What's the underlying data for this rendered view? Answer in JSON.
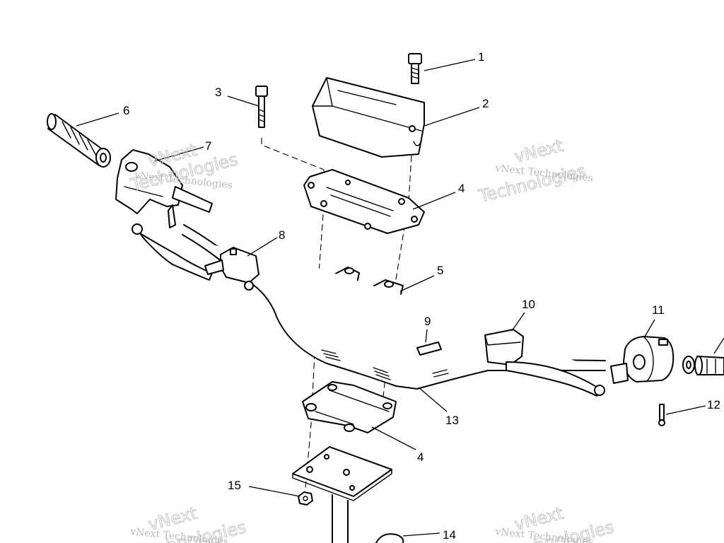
{
  "callouts": [
    {
      "id": "c1",
      "label": "1"
    },
    {
      "id": "c2",
      "label": "2"
    },
    {
      "id": "c3",
      "label": "3"
    },
    {
      "id": "c4a",
      "label": "4"
    },
    {
      "id": "c5",
      "label": "5"
    },
    {
      "id": "c6",
      "label": "6"
    },
    {
      "id": "c7",
      "label": "7"
    },
    {
      "id": "c8",
      "label": "8"
    },
    {
      "id": "c9",
      "label": "9"
    },
    {
      "id": "c10",
      "label": "10"
    },
    {
      "id": "c11",
      "label": "11"
    },
    {
      "id": "c12",
      "label": "12"
    },
    {
      "id": "c13",
      "label": "13"
    },
    {
      "id": "c4b",
      "label": "4"
    },
    {
      "id": "c15",
      "label": "15"
    },
    {
      "id": "c14",
      "label": "14"
    }
  ],
  "watermark": {
    "company_line": "vNext Technologies",
    "brand_top": "vNext",
    "brand_bottom": "Technologies"
  }
}
